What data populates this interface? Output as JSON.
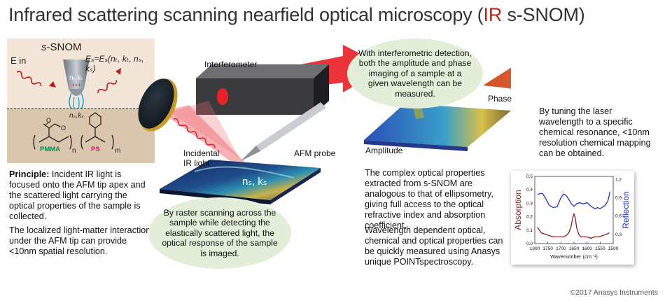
{
  "title": {
    "prefix": "Infrared scattering scanning nearfield optical microscopy (",
    "highlight": "IR",
    "suffix": " s-SNOM)"
  },
  "inset": {
    "heading_italic": "s",
    "heading_rest": "-SNOM",
    "e_in": "E in",
    "equation": "Eₛ=Eₛ(nₜ, kₜ, nₛ, kₛ)",
    "tip_label_top": "nₜ,kₜ",
    "tip_plus": "+++",
    "tip_minus": "− − −",
    "tip_label_bottom": "nₛ,kₛ",
    "pmma": "PMMA",
    "ps": "PS",
    "sub_n": "n",
    "sub_m": "m"
  },
  "left_text": {
    "principle_label": "Principle:",
    "principle_body": " Incident IR light is focused onto the AFM tip apex and the scattered light carrying the optical properties of the sample is collected.",
    "paragraph2": "The localized light-matter interaction under the AFM tip can provide <10nm spatial resolution."
  },
  "labels": {
    "interferometer": "Interferometer",
    "incidental": "Incidental\nIR light",
    "afm_probe": "AFM probe",
    "sample_nk": "nₛ, kₛ",
    "amplitude": "Amplitude",
    "phase": "Phase"
  },
  "bubbles": {
    "top": "With interferometric detection, both the amplitude and phase imaging of a sample at a given wavelength can be measured.",
    "bottom": "By raster scanning across the sample while detecting the elastically scattered light, the optical response of the sample is imaged."
  },
  "right_text": {
    "tuning": "By tuning the laser wavelength to a specific chemical resonance, <10nm resolution chemical mapping can be obtained.",
    "complex": "The complex optical properties extracted from s-SNOM are analogous to that of ellipsometry, giving full access to the optical refractive index and absorption coefficient.",
    "wavelength": "Wavelength dependent optical, chemical and optical properties can be quickly measured using Anasys unique POINTspectroscopy."
  },
  "copyright": "©2017 Anasys Instruments",
  "colors": {
    "title_accent": "#b4281e",
    "bubble": "#e3eed9",
    "absorption": "#8b1a1a",
    "reflection": "#1f2fd0",
    "beam": "#e8222a"
  },
  "chart_data": {
    "type": "line",
    "xlabel": "Wavenumber (cm⁻¹)",
    "x_ticks": [
      1800,
      1750,
      1700,
      1650,
      1600,
      1550,
      1500
    ],
    "xlim": [
      1800,
      1500
    ],
    "series": [
      {
        "name": "Absorption",
        "axis": "left",
        "color": "#8b1a1a",
        "x": [
          1790,
          1775,
          1760,
          1745,
          1730,
          1715,
          1700,
          1690,
          1680,
          1670,
          1662,
          1655,
          1650,
          1645,
          1640,
          1632,
          1624,
          1615,
          1600,
          1585,
          1570,
          1555,
          1540,
          1525,
          1515
        ],
        "y": [
          0.12,
          0.08,
          0.07,
          0.06,
          0.05,
          0.05,
          0.05,
          0.05,
          0.06,
          0.08,
          0.12,
          0.19,
          0.22,
          0.19,
          0.12,
          0.07,
          0.05,
          0.05,
          0.05,
          0.04,
          0.05,
          0.05,
          0.06,
          0.07,
          0.08
        ]
      },
      {
        "name": "Reflection",
        "axis": "right",
        "color": "#1f2fd0",
        "x": [
          1790,
          1780,
          1770,
          1760,
          1745,
          1730,
          1715,
          1700,
          1690,
          1680,
          1668,
          1660,
          1650,
          1640,
          1630,
          1615,
          1600,
          1585,
          1570,
          1560,
          1550,
          1540,
          1530,
          1520,
          1512
        ],
        "y": [
          0.95,
          0.97,
          0.97,
          0.9,
          0.78,
          0.74,
          0.75,
          0.9,
          0.96,
          0.94,
          0.86,
          0.8,
          0.76,
          0.8,
          0.82,
          0.8,
          0.82,
          0.76,
          0.72,
          0.74,
          0.72,
          0.75,
          0.78,
          0.85,
          1.0
        ]
      }
    ],
    "y_left": {
      "label": "Absorption",
      "ticks": [
        0.5,
        0.4,
        0.3,
        0.2,
        0.1,
        0.0
      ],
      "ylim": [
        0,
        0.5
      ]
    },
    "y_right": {
      "label": "Reflection",
      "ticks": [
        1.2,
        0.9,
        0.6,
        0.3
      ],
      "ylim": [
        0.15,
        1.25
      ]
    }
  }
}
